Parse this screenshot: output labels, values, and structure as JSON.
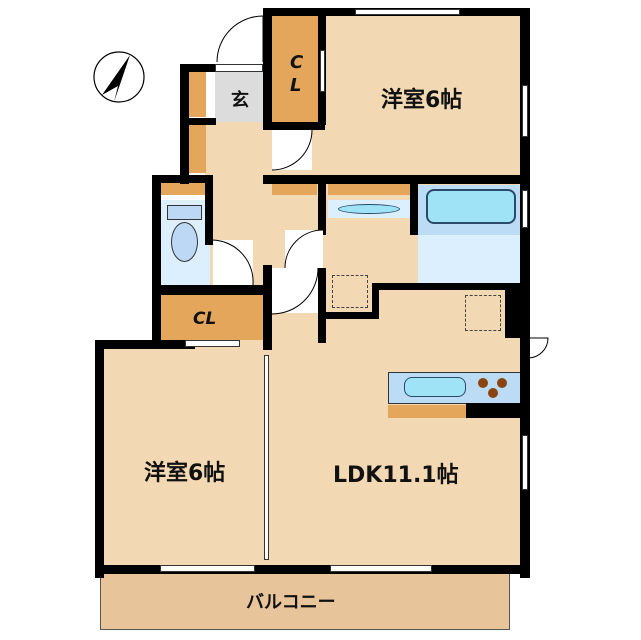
{
  "floorplan": {
    "compass": {
      "icon": "north-arrow-icon",
      "direction": "north-northeast"
    },
    "rooms": {
      "western_room_1": {
        "label": "洋室6帖",
        "type": "bedroom",
        "size_jo": 6
      },
      "western_room_2": {
        "label": "洋室6帖",
        "type": "bedroom",
        "size_jo": 6
      },
      "ldk": {
        "label": "LDK11.1帖",
        "type": "living-dining-kitchen",
        "size_jo": 11.1
      },
      "entrance": {
        "label": "玄",
        "type": "entrance"
      },
      "closet_upper": {
        "label_line1": "C",
        "label_line2": "L",
        "type": "closet"
      },
      "closet_lower": {
        "label": "CL",
        "type": "closet"
      },
      "toilet": {
        "type": "toilet"
      },
      "washroom": {
        "type": "washroom"
      },
      "bathroom": {
        "type": "bathroom"
      },
      "balcony": {
        "label": "バルコニー",
        "type": "balcony"
      }
    },
    "colors": {
      "floor": "#f2d9b3",
      "closet": "#e4a65a",
      "wet_area": "#dcefff",
      "fixture": "#9fe3f7",
      "entrance": "#dcdcdc",
      "balcony": "#e8c49a",
      "wall": "#000000",
      "stove_burner": "#8b4513"
    }
  }
}
